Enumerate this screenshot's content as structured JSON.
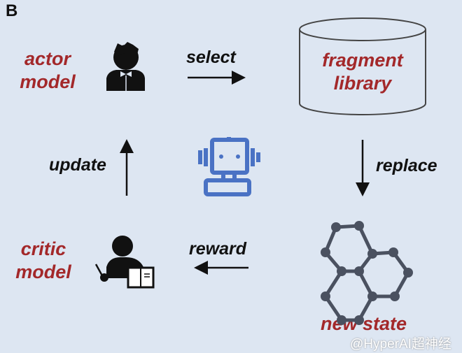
{
  "panel_label": "B",
  "nodes": {
    "actor": "actor\nmodel",
    "actor_line1": "actor",
    "actor_line2": "model",
    "library_line1": "fragment",
    "library_line2": "library",
    "critic_line1": "critic",
    "critic_line2": "model",
    "new_state": "new state"
  },
  "edges": {
    "select": "select",
    "replace": "replace",
    "reward": "reward",
    "update": "update"
  },
  "icons": [
    "actor-person-icon",
    "database-cylinder-icon",
    "robot-icon",
    "molecule-icon",
    "teacher-icon"
  ],
  "watermark": "@HyperAI超神经",
  "colors": {
    "background": "#dde6f2",
    "label_red": "#a3282a",
    "robot_blue": "#4a72c4",
    "molecule_gray": "#4a5160"
  }
}
